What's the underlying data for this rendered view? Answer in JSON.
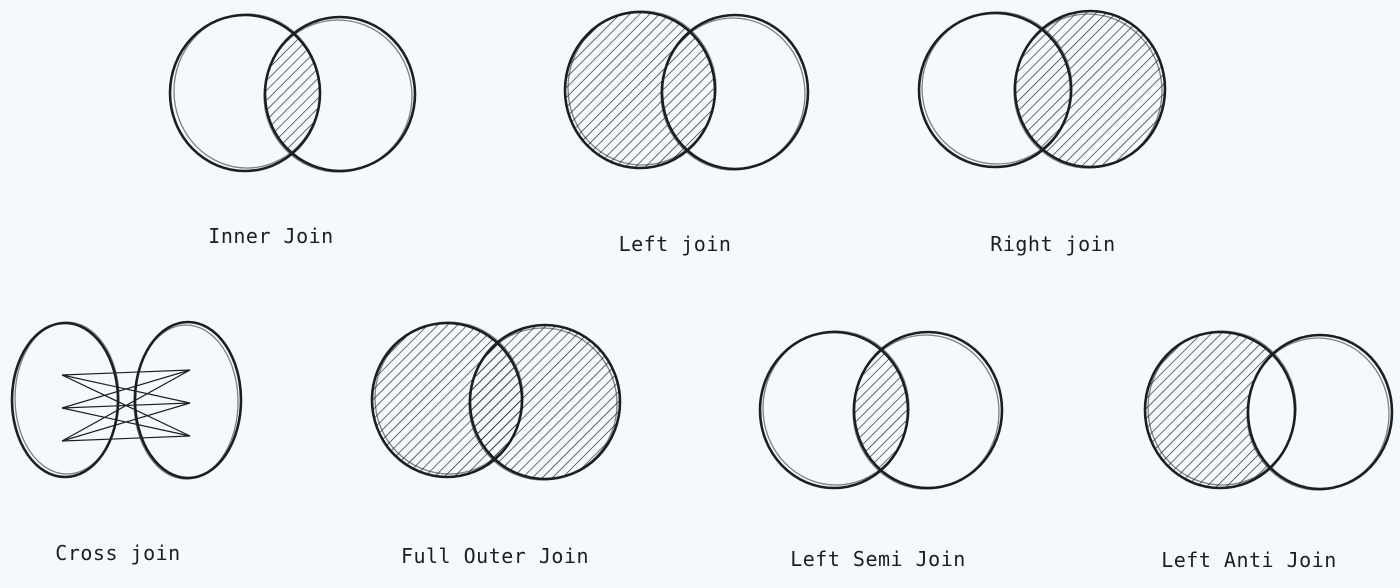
{
  "diagrams": [
    {
      "label": "Inner Join",
      "shaded": "intersection"
    },
    {
      "label": "Left join",
      "shaded": "left"
    },
    {
      "label": "Right join",
      "shaded": "right"
    },
    {
      "label": "Cross join",
      "shaded": "none"
    },
    {
      "label": "Full Outer Join",
      "shaded": "both"
    },
    {
      "label": "Left Semi Join",
      "shaded": "intersection"
    },
    {
      "label": "Left Anti Join",
      "shaded": "left-only"
    }
  ],
  "colors": {
    "background": "#f4f9fd",
    "stroke": "#1e1e1e"
  }
}
